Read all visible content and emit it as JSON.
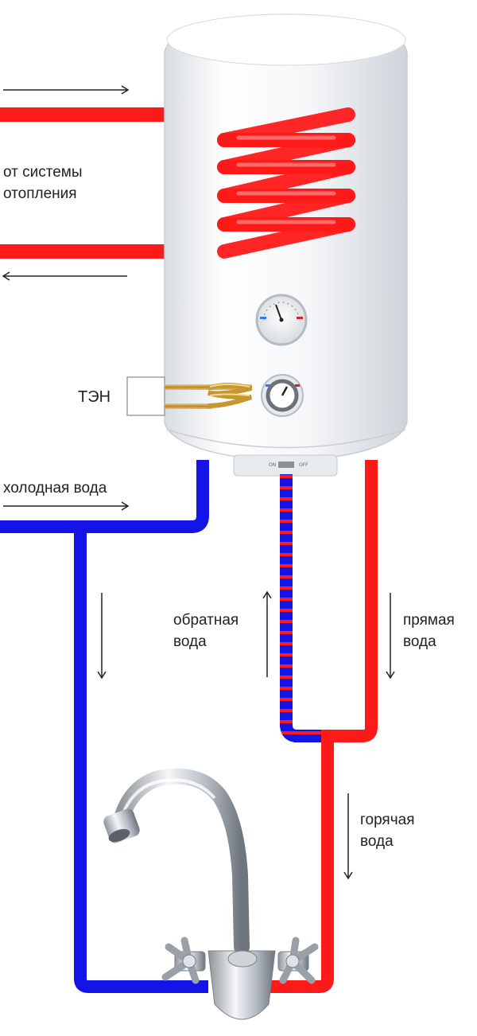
{
  "labels": {
    "heating_line1": "от системы",
    "heating_line2": "отопления",
    "heater_element": "ТЭН",
    "cold_water": "холодная вода",
    "return_line1": "обратная",
    "return_line2": "вода",
    "direct_line1": "прямая",
    "direct_line2": "вода",
    "hot_line1": "горячая",
    "hot_line2": "вода",
    "switch_on": "ON",
    "switch_off": "OFF"
  },
  "colors": {
    "hot": "#ff1a1a",
    "cold": "#1414e6",
    "tank": "#f2f4f6",
    "brass": "#c8962e",
    "text": "#222222"
  }
}
